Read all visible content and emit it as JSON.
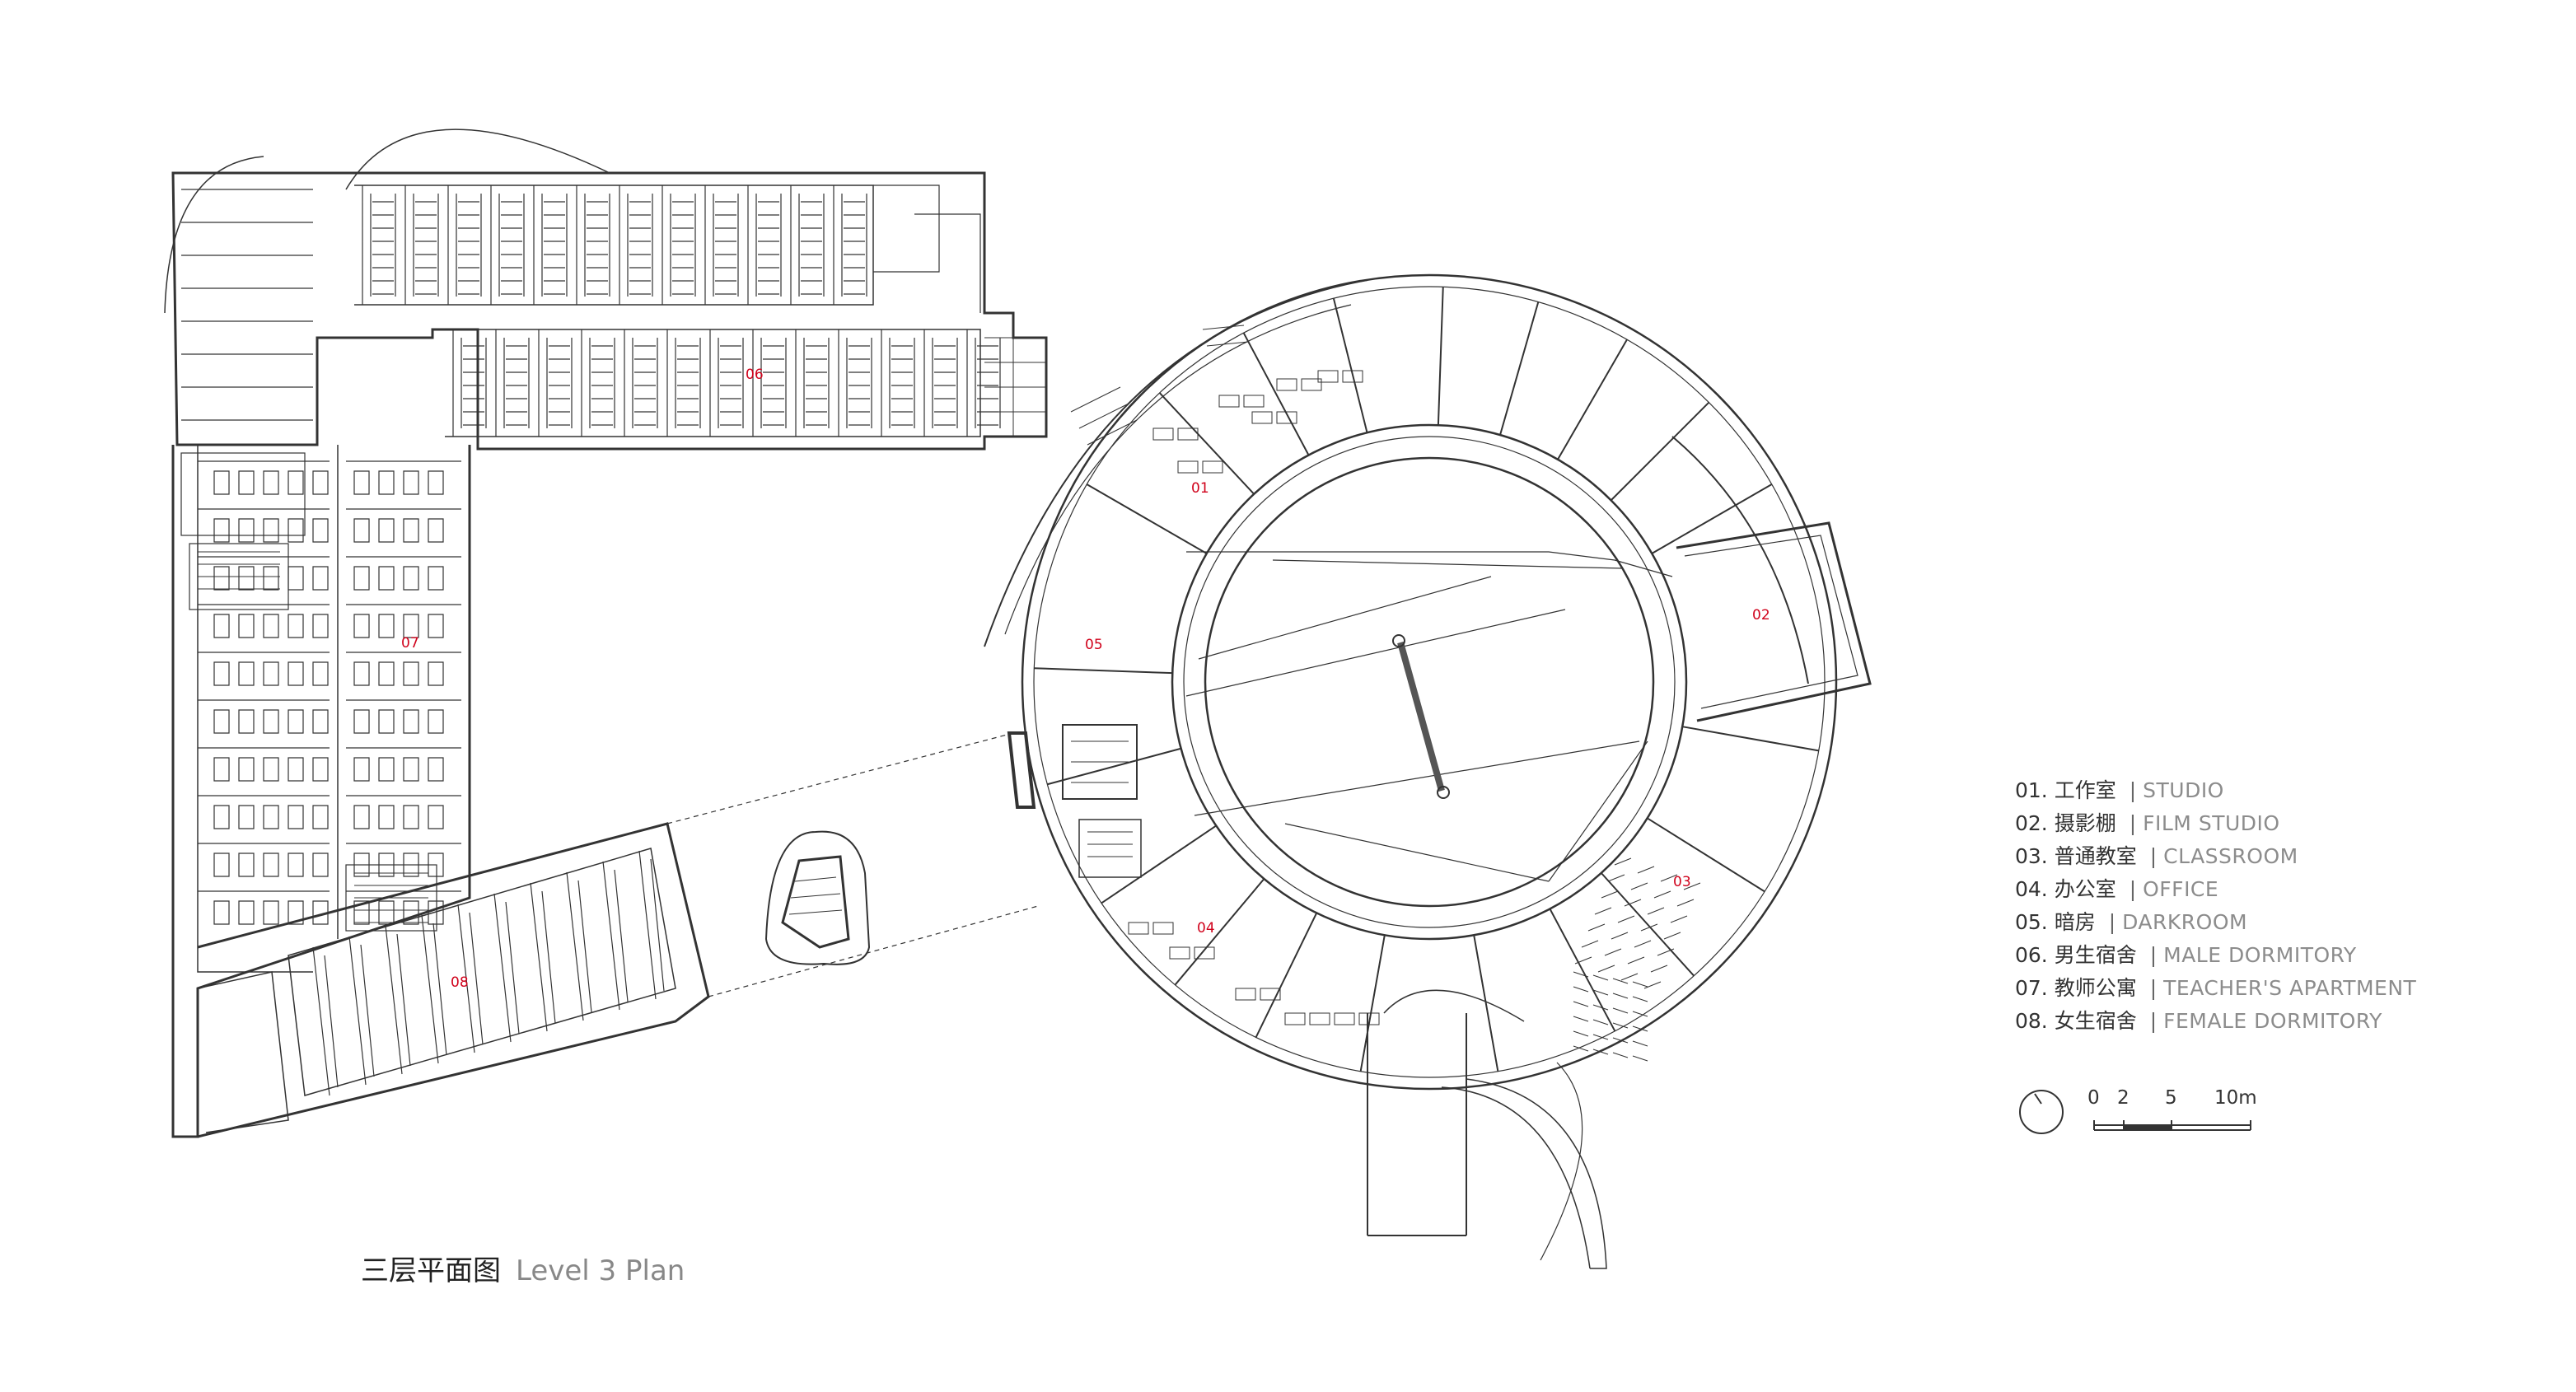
{
  "room_labels": [
    {
      "code": "06"
    },
    {
      "code": "07"
    },
    {
      "code": "08"
    },
    {
      "code": "01"
    },
    {
      "code": "02"
    },
    {
      "code": "03"
    },
    {
      "code": "04"
    },
    {
      "code": "05"
    }
  ],
  "legend": [
    {
      "num": "01.",
      "zh": "工作室",
      "sep": "|",
      "en": "STUDIO"
    },
    {
      "num": "02.",
      "zh": "摄影棚",
      "sep": "|",
      "en": "FILM STUDIO"
    },
    {
      "num": "03.",
      "zh": "普通教室",
      "sep": "|",
      "en": "CLASSROOM"
    },
    {
      "num": "04.",
      "zh": "办公室",
      "sep": "|",
      "en": "OFFICE"
    },
    {
      "num": "05.",
      "zh": "暗房",
      "sep": "|",
      "en": "DARKROOM"
    },
    {
      "num": "06.",
      "zh": "男生宿舍",
      "sep": "|",
      "en": "MALE DORMITORY"
    },
    {
      "num": "07.",
      "zh": "教师公寓",
      "sep": "|",
      "en": "TEACHER'S APARTMENT"
    },
    {
      "num": "08.",
      "zh": "女生宿舍",
      "sep": "|",
      "en": "FEMALE DORMITORY"
    }
  ],
  "scale_bar": {
    "ticks": [
      "0",
      "2",
      "5",
      "10m"
    ]
  },
  "title": {
    "zh": "三层平面图",
    "en": "Level 3 Plan"
  },
  "colors": {
    "line": "#333333",
    "room_label": "#d0021b",
    "legend_en": "#8c8c8c"
  },
  "icons": {
    "north_arrow": "north-arrow-icon"
  }
}
